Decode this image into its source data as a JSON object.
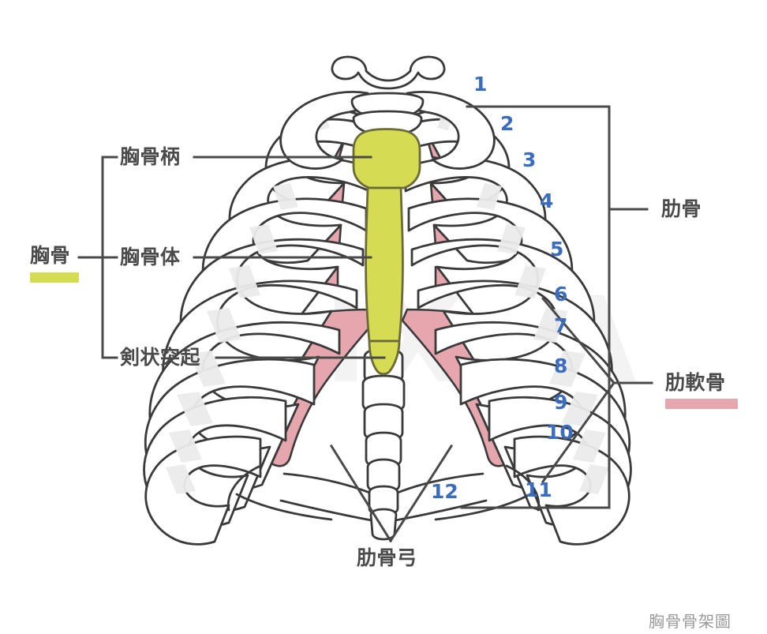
{
  "figure": {
    "title_watermark": "胸骨骨架圖",
    "background_watermark": "MIXTA"
  },
  "colors": {
    "sternum": "#d6dc52",
    "sternum_stroke": "#6b6b3a",
    "cartilage": "#e6a6ae",
    "cartilage_stroke": "#3a3a3a",
    "bone": "#ffffff",
    "bone_shade": "#ebebeb",
    "bone_stroke": "#3a3a3a",
    "label_text": "#4a4a4a",
    "number_text": "#3a6cc0",
    "leader_line": "#4a4a4a"
  },
  "left_group": {
    "group_label": "胸骨",
    "group_swatch_color": "#d6dc52",
    "items": [
      {
        "label": "胸骨柄"
      },
      {
        "label": "胸骨体"
      },
      {
        "label": "剣状突起"
      }
    ]
  },
  "right_group": {
    "items": [
      {
        "label": "肋骨",
        "swatch_color": null
      },
      {
        "label": "肋軟骨",
        "swatch_color": "#e6a6ae"
      }
    ]
  },
  "bottom_label": {
    "label": "肋骨弓"
  },
  "rib_numbers": [
    {
      "value": "1"
    },
    {
      "value": "2"
    },
    {
      "value": "3"
    },
    {
      "value": "4"
    },
    {
      "value": "5"
    },
    {
      "value": "6"
    },
    {
      "value": "7"
    },
    {
      "value": "8"
    },
    {
      "value": "9"
    },
    {
      "value": "10"
    },
    {
      "value": "11"
    },
    {
      "value": "12"
    }
  ]
}
